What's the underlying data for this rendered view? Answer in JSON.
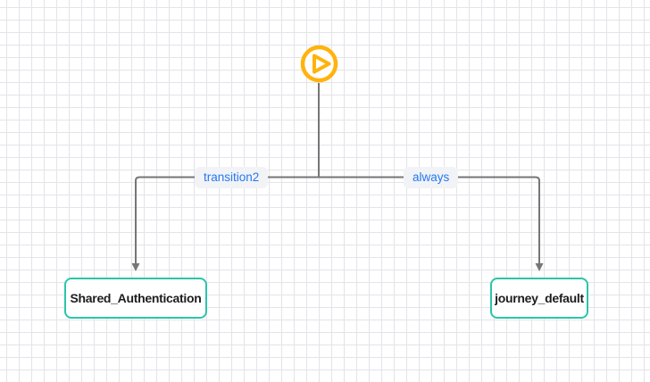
{
  "colors": {
    "canvas-bg": "#ffffff",
    "grid": "#e4e4e9",
    "edge": "#767676",
    "amber": "#ffb30d",
    "teal": "#2bc5a9",
    "label-blue": "#2478f2",
    "label-bg": "#f2f3f6",
    "node-text": "#1d1d1f"
  },
  "diagram": {
    "start": {
      "icon": "play-icon",
      "type": "start-node"
    },
    "edges": [
      {
        "label": "transition2",
        "from": "start",
        "to": "Shared_Authentication"
      },
      {
        "label": "always",
        "from": "start",
        "to": "journey_default"
      }
    ],
    "nodes": [
      {
        "label": "Shared_Authentication"
      },
      {
        "label": "journey_default"
      }
    ]
  }
}
